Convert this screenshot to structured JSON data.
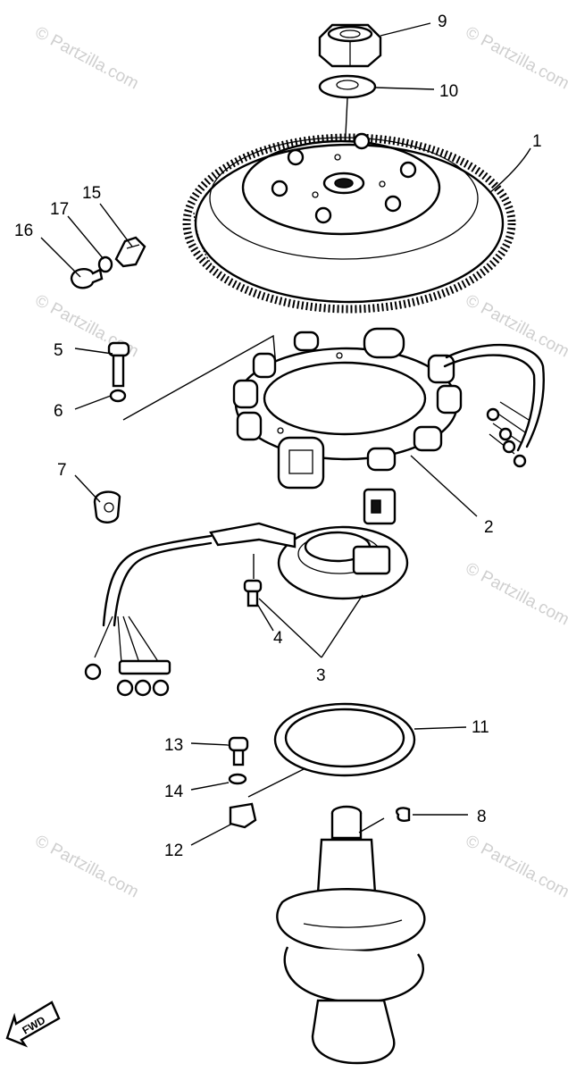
{
  "watermark": "© Partzilla.com",
  "fwd_label": "FWD",
  "callouts": [
    {
      "id": "9",
      "label": "9"
    },
    {
      "id": "10",
      "label": "10"
    },
    {
      "id": "1",
      "label": "1"
    },
    {
      "id": "15",
      "label": "15"
    },
    {
      "id": "17",
      "label": "17"
    },
    {
      "id": "16",
      "label": "16"
    },
    {
      "id": "5",
      "label": "5"
    },
    {
      "id": "6",
      "label": "6"
    },
    {
      "id": "7",
      "label": "7"
    },
    {
      "id": "2",
      "label": "2"
    },
    {
      "id": "4",
      "label": "4"
    },
    {
      "id": "3",
      "label": "3"
    },
    {
      "id": "11",
      "label": "11"
    },
    {
      "id": "13",
      "label": "13"
    },
    {
      "id": "14",
      "label": "14"
    },
    {
      "id": "8",
      "label": "8"
    },
    {
      "id": "12",
      "label": "12"
    }
  ]
}
